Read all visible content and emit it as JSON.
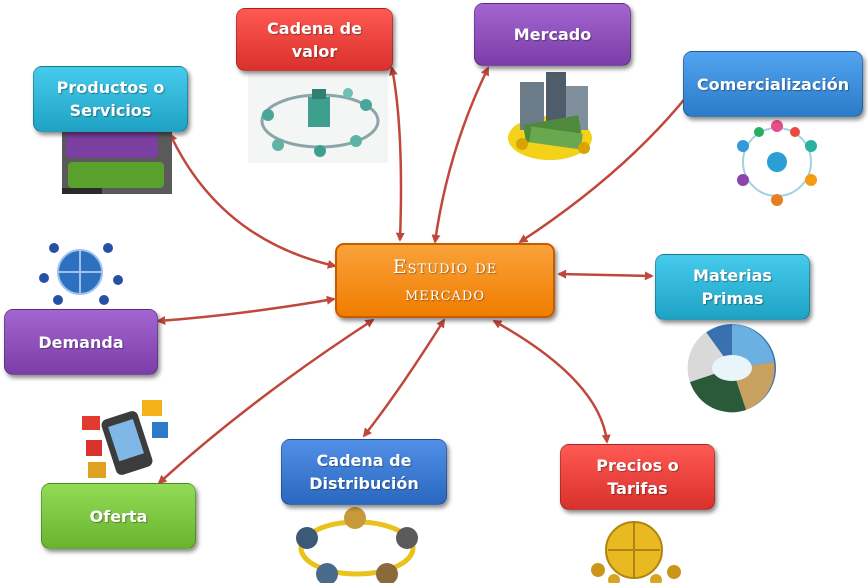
{
  "center": {
    "label": "Estudio de\nmercado",
    "color": "#f07d00"
  },
  "nodes": [
    {
      "id": "cadena-de-valor",
      "label": "Cadena de\nvalor",
      "color": "#d9312b",
      "illustration": "value-chain-diagram"
    },
    {
      "id": "mercado",
      "label": "Mercado",
      "color": "#7b3da8",
      "illustration": "city-money-clipart"
    },
    {
      "id": "comercializacion",
      "label": "Comercialización",
      "color": "#2a7bc8",
      "illustration": "network-people-clipart"
    },
    {
      "id": "productos-o-servicios",
      "label": "Productos o\nServicios",
      "color": "#1fa3c4",
      "illustration": "keyboard-keys-photo"
    },
    {
      "id": "materias-primas",
      "label": "Materias\nPrimas",
      "color": "#1fa3c4",
      "illustration": "raw-materials-collage"
    },
    {
      "id": "demanda",
      "label": "Demanda",
      "color": "#7b3da8",
      "illustration": "globe-network-clipart"
    },
    {
      "id": "oferta",
      "label": "Oferta",
      "color": "#6ab32e",
      "illustration": "phone-brands-clipart"
    },
    {
      "id": "cadena-de-distribucion",
      "label": "Cadena de\nDistribución",
      "color": "#2a68c0",
      "illustration": "distribution-cycle-clipart"
    },
    {
      "id": "precios-o-tarifas",
      "label": "Precios o\nTarifas",
      "color": "#d9312b",
      "illustration": "gold-globe-currency-clipart"
    }
  ],
  "arrow_color": "#c0473c"
}
